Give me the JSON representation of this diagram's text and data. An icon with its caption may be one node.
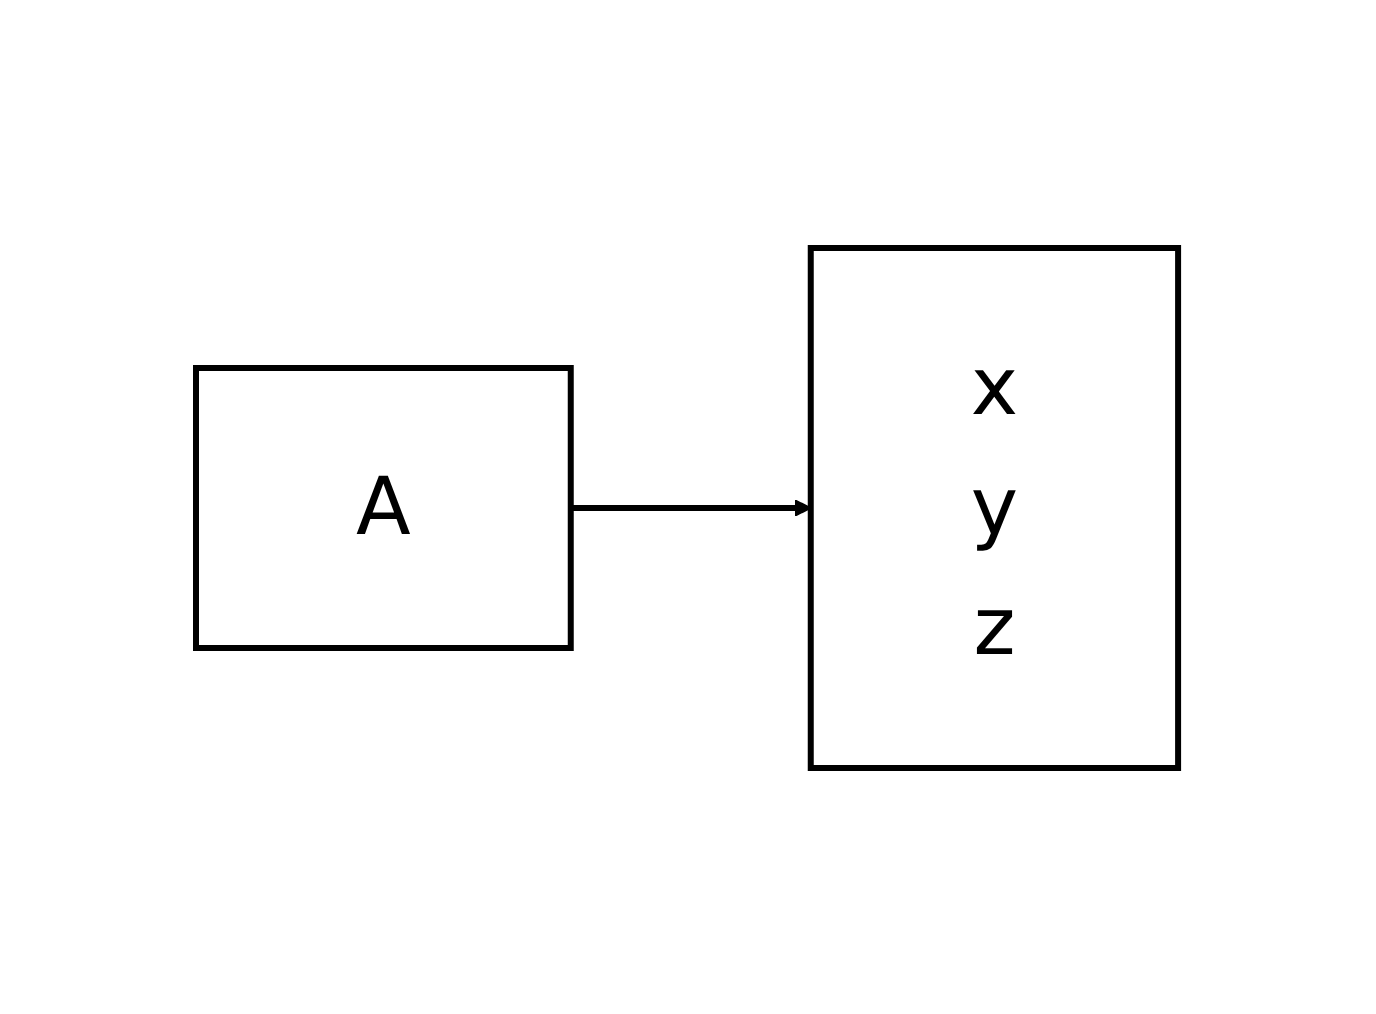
{
  "diagram": {
    "nodes": [
      {
        "text": [
          "A"
        ]
      },
      {
        "text": [
          "x",
          "y",
          "z"
        ]
      }
    ],
    "edges": [
      {
        "from": 0,
        "to": 1,
        "arrow": "to"
      }
    ]
  }
}
